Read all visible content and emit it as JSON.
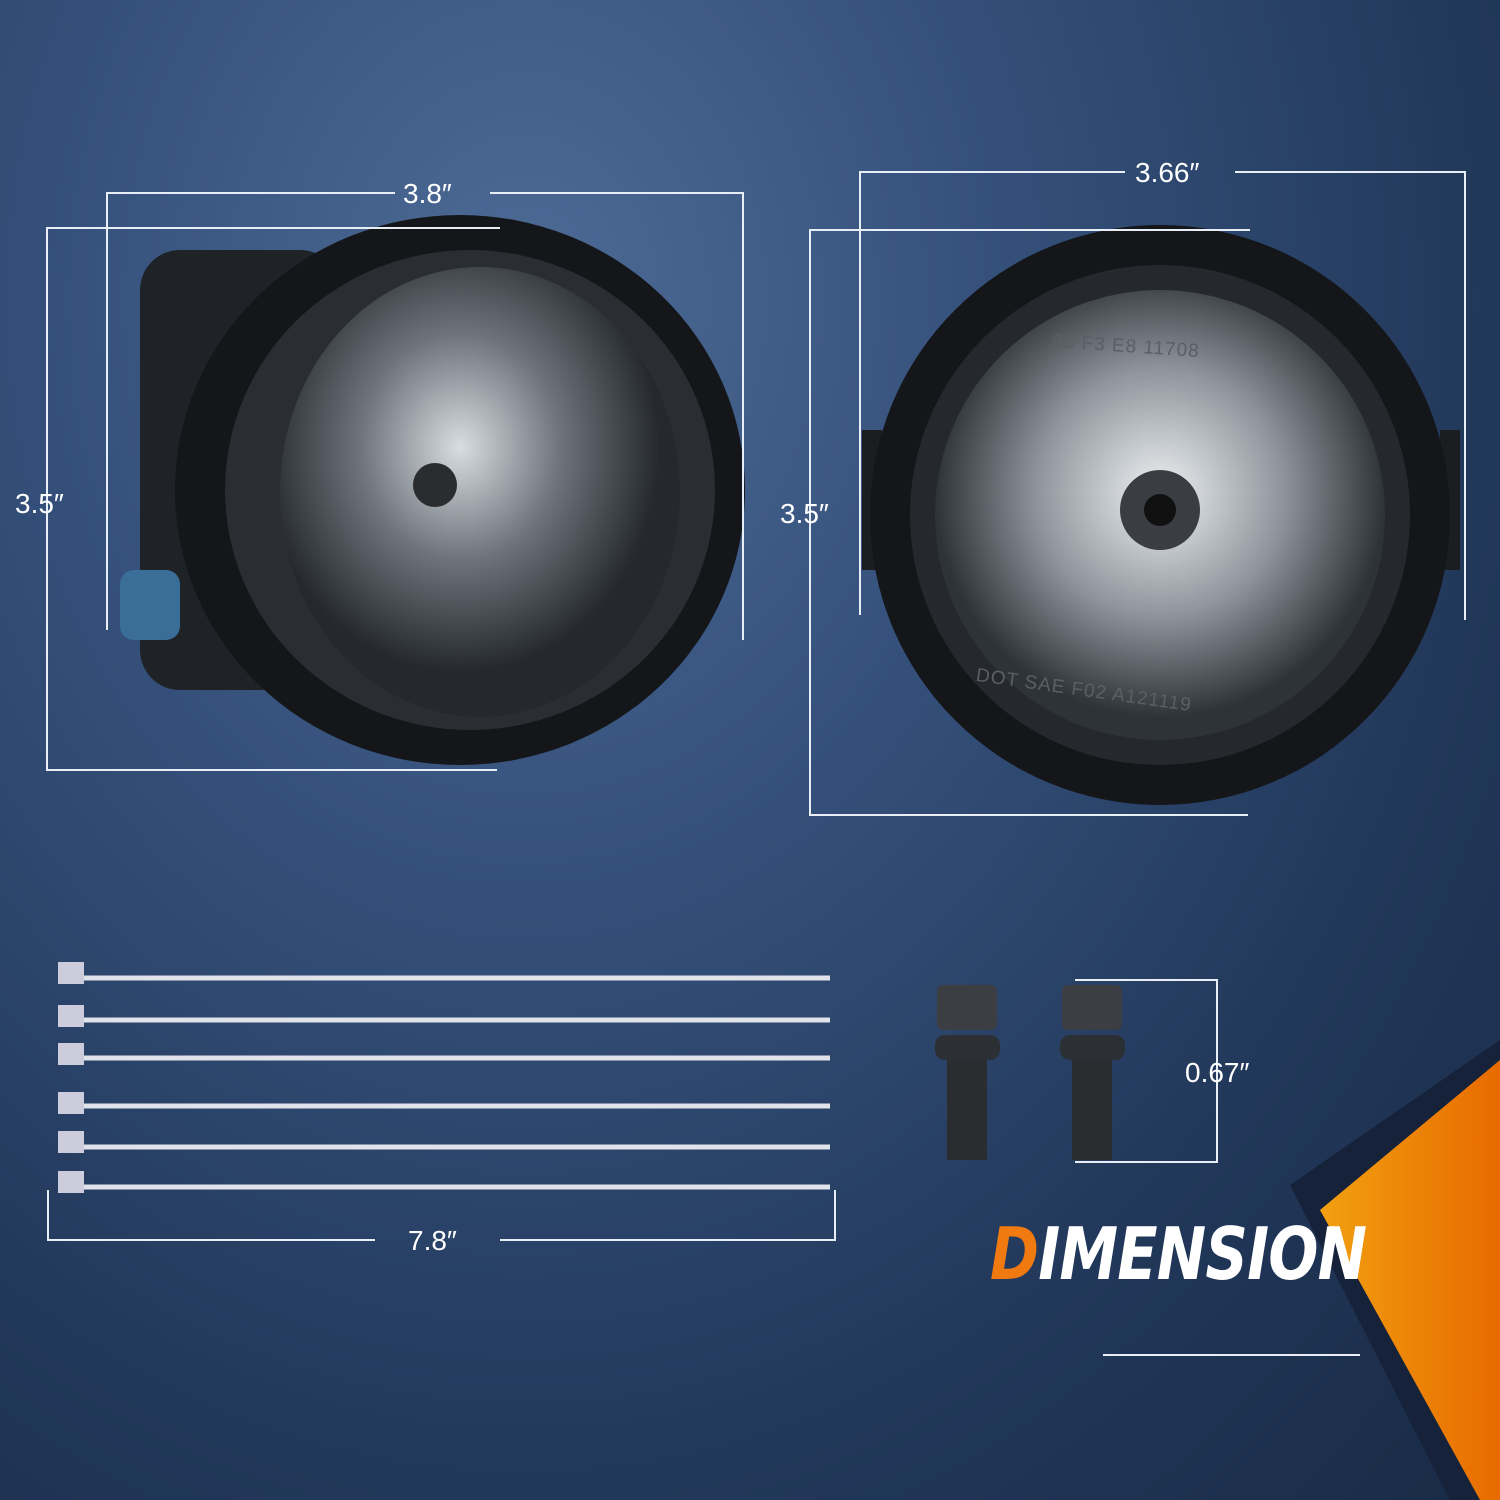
{
  "title": {
    "first_letter": "D",
    "rest": "IMENSION"
  },
  "dimensions": {
    "lamp_side_width": "3.8″",
    "lamp_side_height": "3.5″",
    "lamp_front_width": "3.66″",
    "lamp_front_height": "3.5″",
    "cable_tie_length": "7.8″",
    "screw_length": "0.67″"
  },
  "lens_markings": {
    "top": "05 F3 E8 11708",
    "bottom": "DOT SAE F02 A121119"
  },
  "colors": {
    "accent": "#f07a10",
    "background": "#2a4268",
    "text": "#ffffff"
  },
  "items": {
    "cable_tie_count": 6,
    "screw_count": 2
  }
}
